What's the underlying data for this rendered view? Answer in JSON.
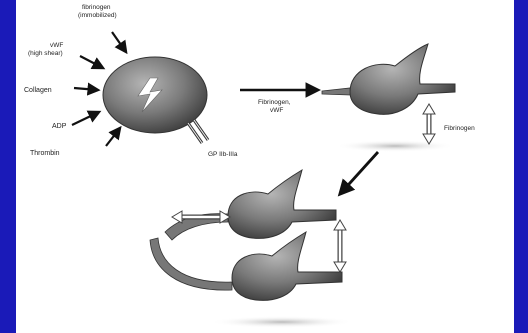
{
  "labels": {
    "fibrinogen_immobilized_line1": "fibrinogen",
    "fibrinogen_immobilized_line2": "(immobilized)",
    "vwf_line1": "vWF",
    "vwf_line2": "(high shear)",
    "collagen": "Collagen",
    "adp": "ADP",
    "thrombin": "Thrombin",
    "gp_receptor": "GP IIb-IIIa",
    "arrow_label_line1": "Fibrinogen,",
    "arrow_label_line2": "vWF",
    "fibrinogen_right": "Fibrinogen"
  },
  "colors": {
    "background": "#1a1ab8",
    "panel": "#ffffff",
    "platelet": "#7a7a7a",
    "arrow": "#111111"
  }
}
